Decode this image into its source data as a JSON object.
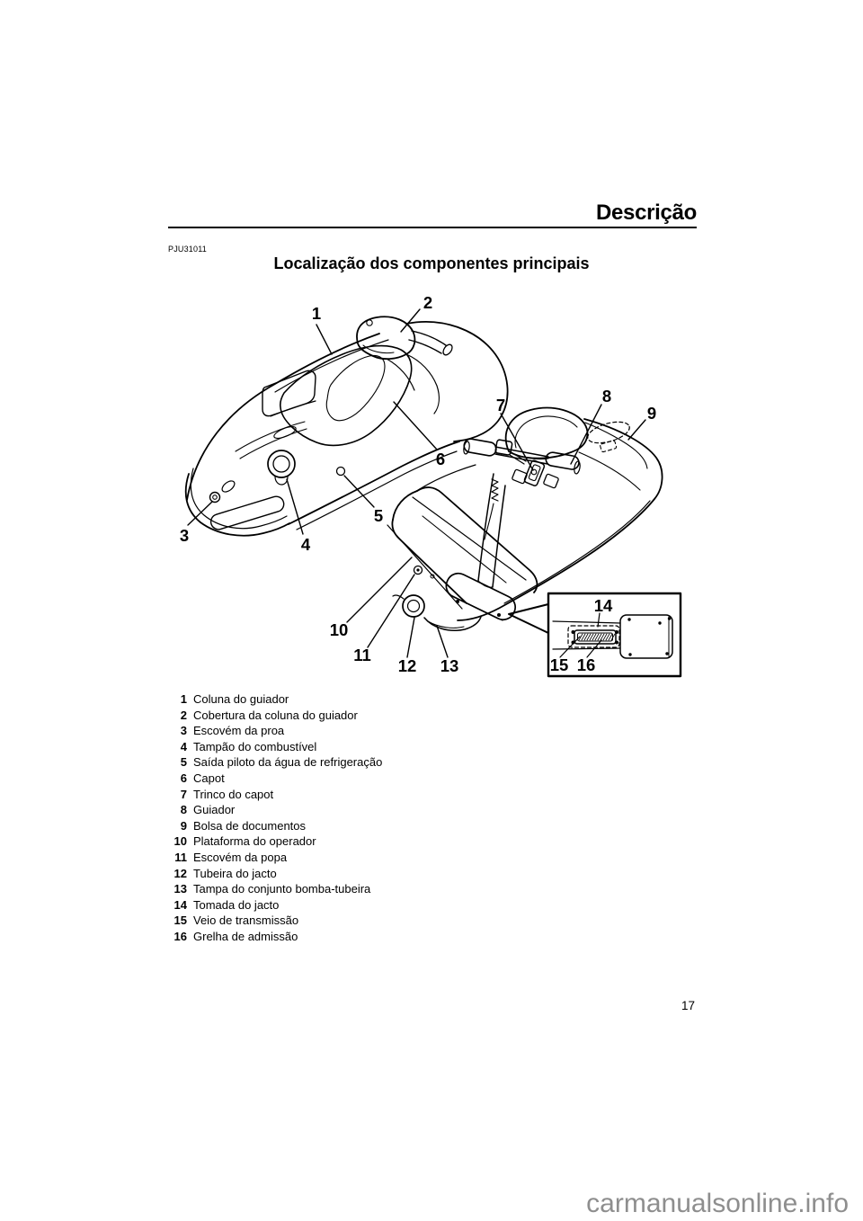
{
  "header": {
    "section_title": "Descrição",
    "code": "PJU31011",
    "page_title": "Localização dos componentes principais"
  },
  "components": [
    {
      "num": "1",
      "name": "Coluna do guiador"
    },
    {
      "num": "2",
      "name": "Cobertura da coluna do guiador"
    },
    {
      "num": "3",
      "name": "Escovém da proa"
    },
    {
      "num": "4",
      "name": "Tampão do combustível"
    },
    {
      "num": "5",
      "name": "Saída piloto da água de refrigeração"
    },
    {
      "num": "6",
      "name": "Capot"
    },
    {
      "num": "7",
      "name": "Trinco do capot"
    },
    {
      "num": "8",
      "name": "Guiador"
    },
    {
      "num": "9",
      "name": "Bolsa de documentos"
    },
    {
      "num": "10",
      "name": "Plataforma do operador"
    },
    {
      "num": "11",
      "name": "Escovém da popa"
    },
    {
      "num": "12",
      "name": "Tubeira do jacto"
    },
    {
      "num": "13",
      "name": "Tampa do conjunto bomba-tubeira"
    },
    {
      "num": "14",
      "name": "Tomada do jacto"
    },
    {
      "num": "15",
      "name": "Veio de transmissão"
    },
    {
      "num": "16",
      "name": "Grelha de admissão"
    }
  ],
  "footer": {
    "page_number": "17",
    "watermark": "carmanualsonline.info"
  },
  "colors": {
    "ink": "#000000",
    "watermark_gray": "#8e8e8e"
  }
}
